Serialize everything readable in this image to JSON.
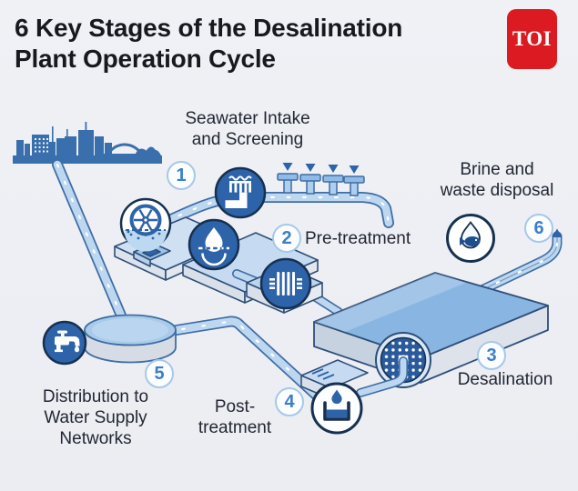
{
  "header": {
    "title_lines": [
      "6 Key Stages of the Desalination",
      "Plant Operation Cycle"
    ],
    "logo_text": "TOI"
  },
  "stages": [
    {
      "number": "1",
      "label": "Seawater Intake and Screening",
      "lines": [
        "Seawater Intake",
        "and Screening"
      ]
    },
    {
      "number": "2",
      "label": "Pre-treatment",
      "lines": [
        "Pre-treatment"
      ]
    },
    {
      "number": "3",
      "label": "Desalination",
      "lines": [
        "Desalination"
      ]
    },
    {
      "number": "4",
      "label": "Post-treatment",
      "lines": [
        "Post-",
        "treatment"
      ]
    },
    {
      "number": "5",
      "label": "Distribution to Water Supply Networks",
      "lines": [
        "Distribution to",
        "Water Supply",
        "Networks"
      ]
    },
    {
      "number": "6",
      "label": "Brine and waste disposal",
      "lines": [
        "Brine and",
        "waste disposal"
      ]
    }
  ],
  "icons": {
    "city-skyline": "city silhouette with bridge and opera house",
    "seawater-intake-icon": "intake grate with waves and pipe",
    "drum-screen-icon": "spoked screening wheel over water",
    "sedimentation-icon": "water drop over settling basin",
    "filtration-icon": "vertical filter membrane bars",
    "ro-membrane-icon": "reverse-osmosis membrane cross-section dots",
    "dosing-beaker-icon": "drop falling into open tank",
    "water-tap-icon": "faucet with drop",
    "fish-drop-icon": "fish inside water drop",
    "flow-arrow-icon": "downward intake arrows / brine outfall arrow"
  },
  "colors": {
    "background": "#edeff3",
    "icon_dark_blue": "#2d63a8",
    "navy_outline": "#16304f",
    "pipe_fill": "#bdd7f0",
    "pipe_border": "#3f6da3",
    "platform_fill": "#c6dbf1",
    "building_top": "#88b5e2",
    "face_gray": "#d6dce6",
    "badge_border": "#a6c8ea",
    "badge_number": "#3c7ec9",
    "title_text": "#17191e",
    "label_text": "#222733",
    "logo_red": "#db1b21"
  }
}
